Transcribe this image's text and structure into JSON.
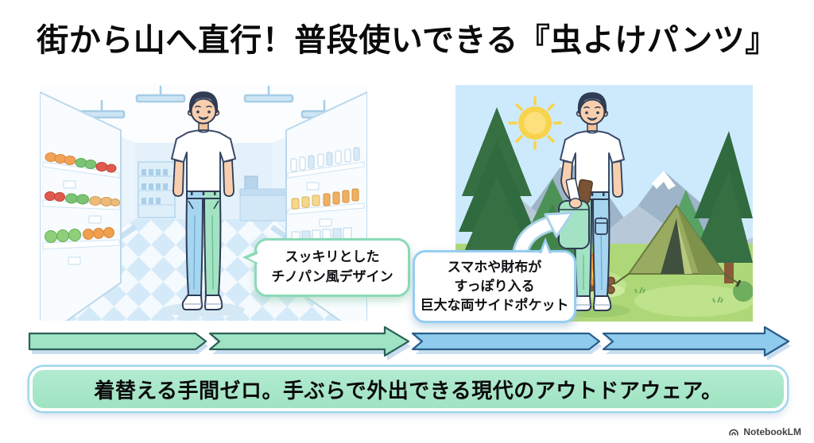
{
  "title": {
    "text": "街から山へ直行！普段使いできる『虫よけパンツ』"
  },
  "panels": {
    "left": {
      "scene": "supermarket",
      "bubble": {
        "lines": [
          "スッキリとした",
          "チノパン風デザイン"
        ]
      }
    },
    "right": {
      "scene": "camping",
      "bubble": {
        "lines": [
          "スマホや財布が",
          "すっぽり入る",
          "巨大な両サイドポケット"
        ]
      }
    }
  },
  "banner": {
    "text": "着替える手間ゼロ。手ぶらで外出できる現代のアウトドアウェア。"
  },
  "footer": {
    "brand": "NotebookLM"
  },
  "colors": {
    "arrow_green": "#9fe3c4",
    "arrow_green_outline": "#2c6057",
    "arrow_blue": "#8fcbec",
    "arrow_blue_outline": "#295d88",
    "banner_green": "#a6e7c9",
    "bubble_green_border": "#8bdab6",
    "bubble_blue_border": "#97cdf1",
    "pants_blue": "#a6d5f0",
    "pants_mint": "#a3e3c3"
  }
}
